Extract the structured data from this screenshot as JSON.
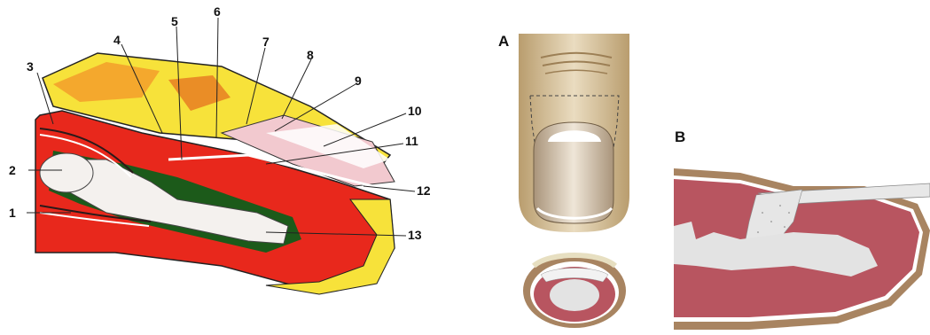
{
  "left_figure": {
    "callouts": [
      "1",
      "2",
      "3",
      "4",
      "5",
      "6",
      "7",
      "8",
      "9",
      "10",
      "11",
      "12",
      "13"
    ]
  },
  "right_figure": {
    "panel_a": "A",
    "panel_b": "B"
  },
  "colors": {
    "flesh_red": "#e8281c",
    "bone_white": "#f4f1ee",
    "nail_pink": "#f2c9cf",
    "yellow_skin": "#f7e23a",
    "finger_tan": "#d8c29d",
    "tissue_rose": "#b85560",
    "outline_brown": "#a88461"
  }
}
